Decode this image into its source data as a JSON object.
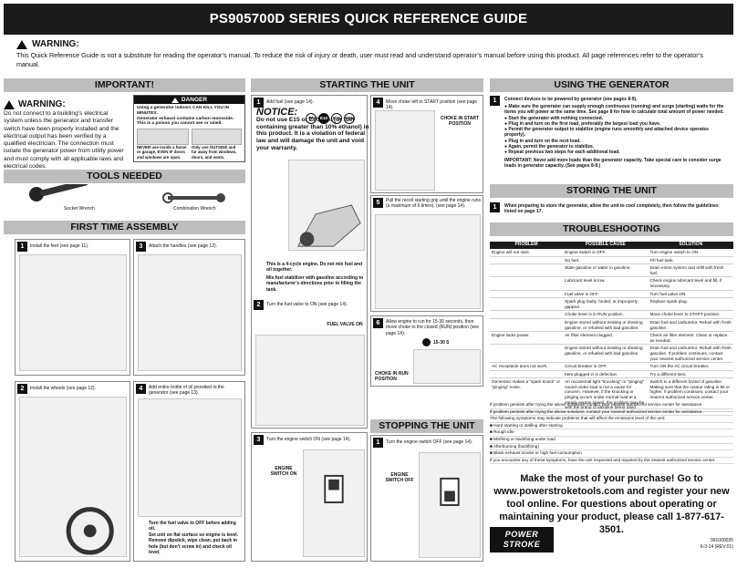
{
  "title": "PS905700D SERIES QUICK REFERENCE GUIDE",
  "warning": {
    "heading": "WARNING:",
    "text": "This Quick Reference Guide is not a substitute for reading the operator’s manual. To reduce the risk of injury or death, user must read and understand operator’s manual before using this product. All page references refer to the operator’s manual."
  },
  "important": {
    "header": "IMPORTANT!",
    "warning_heading": "WARNING:",
    "warning_text": "Do not connect to a building’s electrical system unless the generator and transfer switch have been properly installed and the electrical output has been verified by a qualified electrician. The connection must isolate the generator power from utility power and must comply with all applicable laws and electrical codes.",
    "danger_label": "DANGER",
    "danger_text1": "Using a generator indoors CAN KILL YOU IN MINUTES.",
    "danger_text2": "Generator exhaust contains carbon monoxide. This is a poison you cannot see or smell.",
    "danger_never": "NEVER use inside a home or garage, EVEN IF doors and windows are open.",
    "danger_only": "Only use OUTSIDE and far away from windows, doors, and vents."
  },
  "tools": {
    "header": "TOOLS NEEDED",
    "socket": "Socket Wrench",
    "combination": "Combination Wrench"
  },
  "assembly": {
    "header": "FIRST TIME ASSEMBLY",
    "steps": [
      {
        "n": "1",
        "text": "Install the feet (see page 11)."
      },
      {
        "n": "2",
        "text": "Install the wheels (see page 12)."
      },
      {
        "n": "3",
        "text": "Attach the handles (see page 12)."
      },
      {
        "n": "4",
        "text": "Add entire bottle of oil provided to the generator (see page 13)."
      }
    ],
    "note1": "Turn the fuel valve to OFF before adding oil.",
    "note2": "Set unit on flat surface so engine is level. Remove dipstick, wipe clean, put back in hole (but don’t screw in) and check oil level."
  },
  "starting": {
    "header": "STARTING THE UNIT",
    "step1": "Add fuel (see page 14).",
    "notice_heading": "NOTICE:",
    "notice_text": "Do not use E15 or E85 fuel (or fuel containing greater than 10% ethanol) in this product. It is a violation of federal law and will damage the unit and void your warranty.",
    "badges": [
      "E0",
      "E10",
      "E15",
      "E85"
    ],
    "cycle": "This is a 4-cycle engine. Do not mix fuel and oil together.",
    "stabilizer": "Mix fuel stabilizer with gasoline according to manufacturer’s directions prior to filling the tank.",
    "step2": "Turn the fuel valve to ON (see page 14).",
    "fuel_label": "FUEL VALVE ON",
    "step3": "Turn the engine switch ON (see page 14).",
    "switch_on_label": "ENGINE SWITCH ON",
    "step4": "Move choke left to START position (see page 14).",
    "choke_start": "CHOKE IN START POSITION",
    "step5": "Pull the recoil starting grip until the engine runs (a maximum of 6 times). (see page 14).",
    "step6": "Allow engine to run for 15-30 seconds, then move choke to the closed (RUN) position (see page 14).",
    "timer": "15-30 S",
    "choke_run": "CHOKE IN RUN POSITION"
  },
  "stopping": {
    "header": "STOPPING THE UNIT",
    "step1": "Turn the engine switch OFF (see page 14).",
    "switch_off_label": "ENGINE SWITCH OFF"
  },
  "using": {
    "header": "USING THE GENERATOR",
    "intro": "Connect devices to be powered by generator (see pages 8-9).",
    "bullets": [
      "Make sure the generator can supply enough continuous (running) and surge (starting) watts for the items you will power at the same time. See page 8 for how to calculate total amount of power needed.",
      "Start the generator with nothing connected.",
      "Plug in and turn on the first load, preferably the largest load you have.",
      "Permit the generator output to stabilize (engine runs smoothly and attached device operates properly).",
      "Plug in and turn on the next load.",
      "Again, permit the generator to stabilize.",
      "Repeat previous two steps for each additional load."
    ],
    "important": "IMPORTANT: Never add more loads than the generator capacity. Take special care to consider surge loads in generator capacity. (See pages 8-9.)"
  },
  "storing": {
    "header": "STORING THE UNIT",
    "text": "When preparing to store the generator, allow the unit to cool completely, then follow the guidelines listed on page 17."
  },
  "troubleshooting": {
    "header": "TROUBLESHOOTING",
    "columns": [
      "PROBLEM",
      "POSSIBLE CAUSE",
      "SOLUTION"
    ],
    "rows": [
      [
        "Engine will not start.",
        "Engine switch is OFF.",
        "Turn engine switch to ON."
      ],
      [
        "",
        "No fuel.",
        "Fill fuel tank."
      ],
      [
        "",
        "Stale gasoline or water in gasoline.",
        "Drain entire system and refill with fresh fuel."
      ],
      [
        "",
        "Lubricant level is low.",
        "Check engine lubricant level and fill, if necessary."
      ],
      [
        "",
        "Fuel valve is OFF.",
        "Turn fuel valve ON."
      ],
      [
        "",
        "Spark plug faulty, fouled, or improperly gapped.",
        "Replace spark plug."
      ],
      [
        "",
        "Choke lever is in RUN position.",
        "Move choke lever to START position."
      ],
      [
        "",
        "Engine stored without treating or draining gasoline, or refueled with bad gasoline.",
        "Drain fuel and carburetor. Refuel with fresh gasoline."
      ],
      [
        "Engine lacks power.",
        "Air filter element clogged.",
        "Check air filter element. Clean or replace as needed."
      ],
      [
        "",
        "Engine stored without treating or draining gasoline, or refueled with bad gasoline.",
        "Drain fuel and carburetor. Refuel with fresh gasoline. If problem continues, contact your nearest authorized service center."
      ],
      [
        "AC receptacle does not work.",
        "Circuit breaker is OFF.",
        "Turn ON the AC circuit breaker."
      ],
      [
        "",
        "Item plugged in is defective.",
        "Try a different item."
      ],
      [
        "Generator makes a “spark knock” or “pinging” noise.",
        "An occasional light “knocking” or “pinging” sound under load is not a cause for concern. However, if the knocking or pinging occurs under normal load at a steady engine speed, the problem may be with the brand of gasoline being used.",
        "Switch to a different brand of gasoline. Making sure that the octane rating is 86 or higher. If problem continues, contact your nearest authorized service center."
      ]
    ],
    "notes": [
      "If problem persists after trying the above solutions, contact your nearest authorized service center for assistance.",
      "If problem persists after trying the above solutions, contact your nearest authorized service center for assistance.",
      "The following symptoms may indicate problems that will affect the emissions level of the unit:",
      "■ Hard starting or stalling after starting",
      "■ Rough idle",
      "■ Misfiring or backfiring under load",
      "■ Afterburning (backfiring)",
      "■ Black exhaust smoke or high fuel consumption",
      "If you encounter any of these symptoms, have the unit inspected and repaired by the nearest authorized service center."
    ]
  },
  "cta": "Make the most of your purchase! Go to www.powerstroketools.com and register your new tool online. For questions about operating or maintaining your product, please call 1-877-617-3501.",
  "logo": {
    "line1": "POWER",
    "line2": "STROKE"
  },
  "doc_number": "991000035",
  "doc_date": "6-3-14 (REV:01)"
}
